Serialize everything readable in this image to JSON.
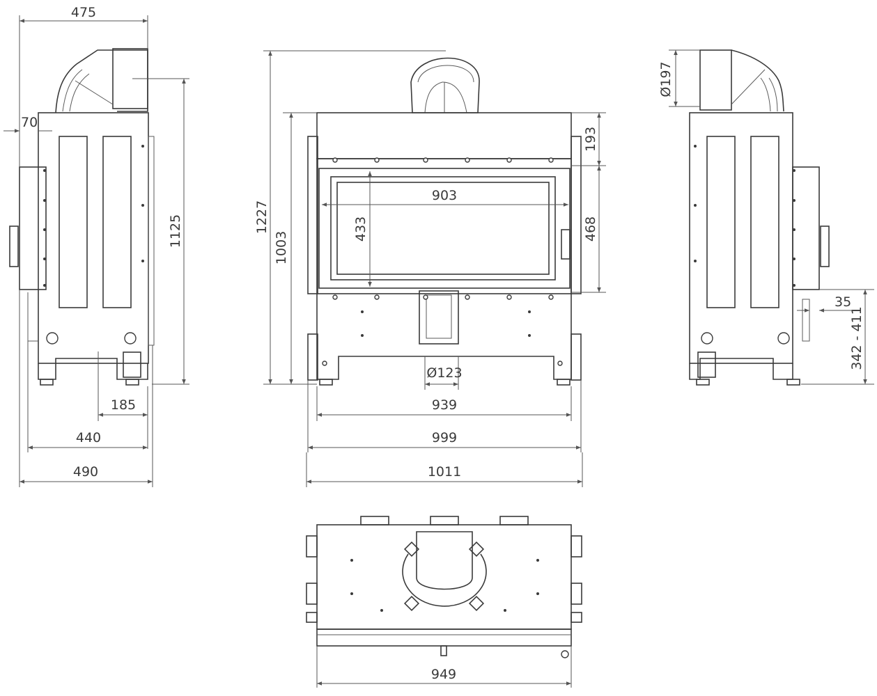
{
  "dimensions": {
    "side_left": {
      "depth_top": "475",
      "offset": "70",
      "height": "1125",
      "bottom_185": "185",
      "bottom_440": "440",
      "bottom_490": "490"
    },
    "front": {
      "total_height": "1227",
      "body_height": "1003",
      "top_band": "193",
      "glass_width": "903",
      "glass_height": "433",
      "door_height": "468",
      "outlet_diameter": "Ø123",
      "width_939": "939",
      "width_999": "999",
      "width_1011": "1011"
    },
    "side_right": {
      "flue_diameter": "Ø197",
      "offset_35": "35",
      "height_range": "342 - 411"
    },
    "top_view": {
      "width_949": "949"
    }
  },
  "colors": {
    "line": "#3a3a3a",
    "background": "#ffffff"
  }
}
